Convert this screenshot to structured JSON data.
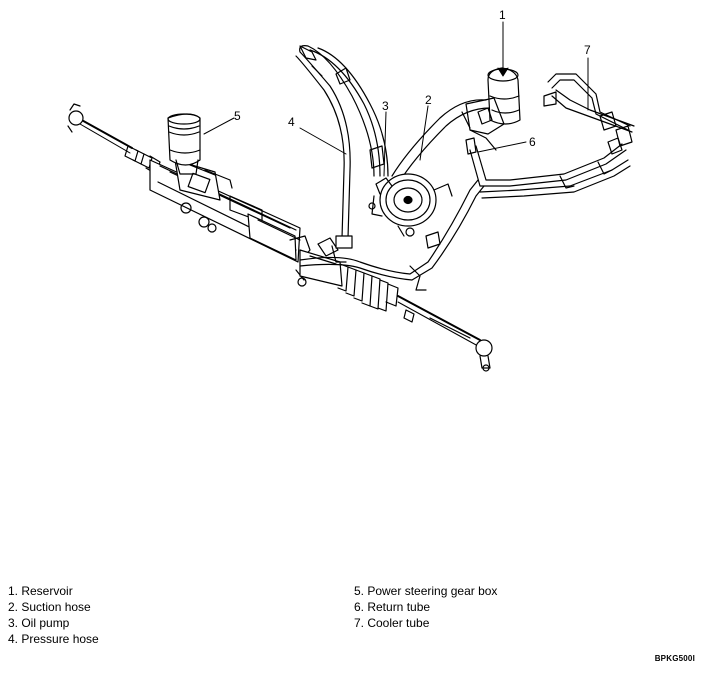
{
  "callouts": [
    "1",
    "2",
    "3",
    "4",
    "5",
    "6",
    "7"
  ],
  "legend_left": [
    "1. Reservoir",
    "2. Suction hose",
    "3. Oil pump",
    "4. Pressure hose"
  ],
  "legend_right": [
    "5. Power steering gear box",
    "6. Return tube",
    "7. Cooler tube"
  ],
  "figure_code": "BPKG500I"
}
